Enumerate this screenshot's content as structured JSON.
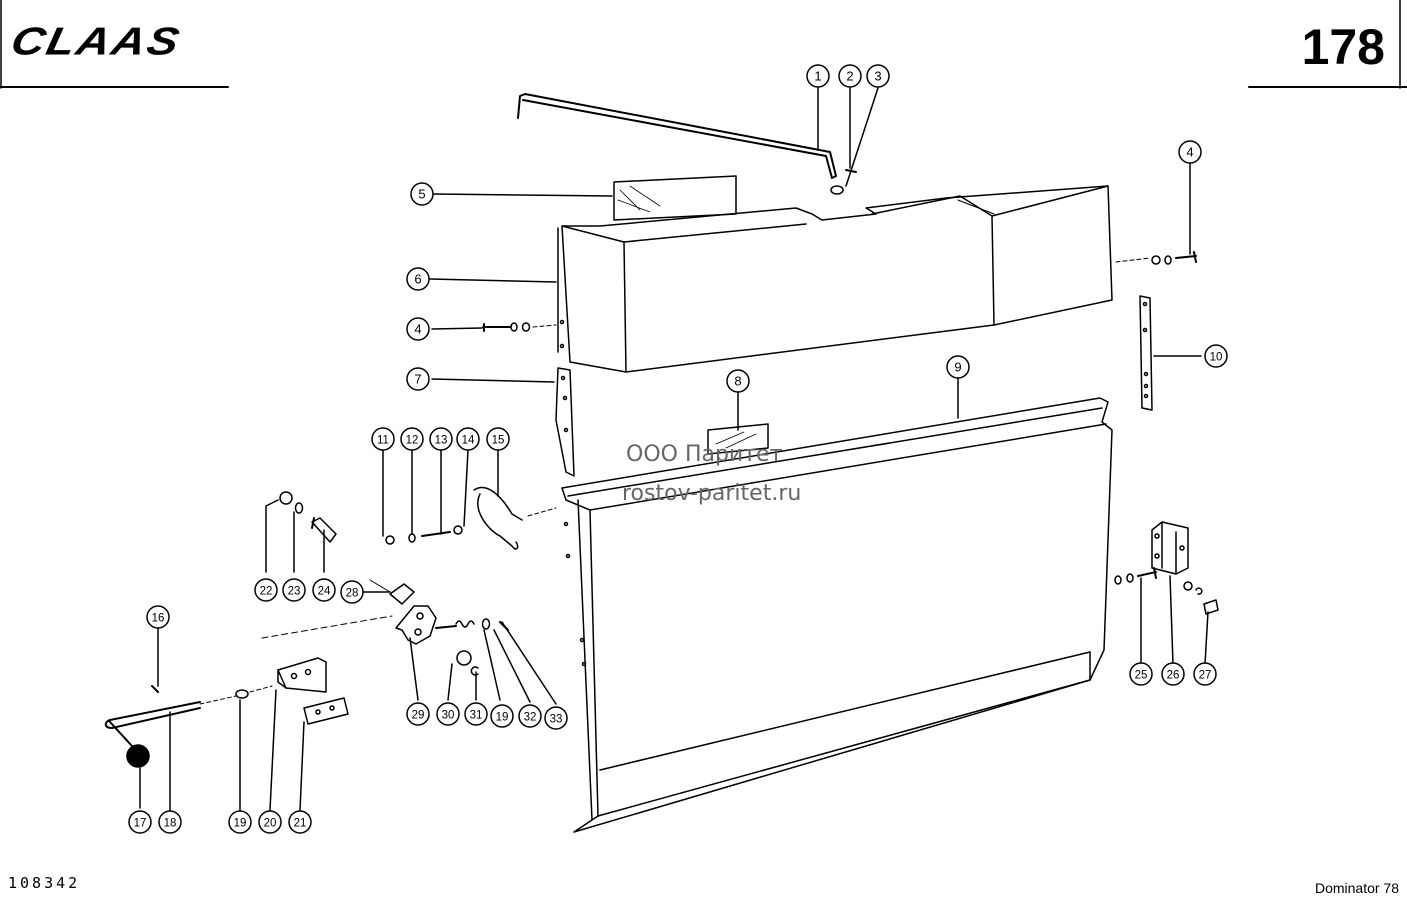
{
  "header": {
    "brand": "CLAAS",
    "page_number": "178"
  },
  "footer": {
    "drawing_number": "108342",
    "model": "Dominator 78"
  },
  "watermark": {
    "line1": "ООО Паритет",
    "line2": "rostov-paritet.ru"
  },
  "callouts": [
    "1",
    "2",
    "3",
    "4",
    "5",
    "6",
    "4",
    "7",
    "8",
    "9",
    "10",
    "11",
    "12",
    "13",
    "14",
    "15",
    "22",
    "23",
    "24",
    "28",
    "16",
    "29",
    "30",
    "31",
    "19",
    "32",
    "33",
    "25",
    "26",
    "27",
    "17",
    "18",
    "19",
    "20",
    "21"
  ]
}
